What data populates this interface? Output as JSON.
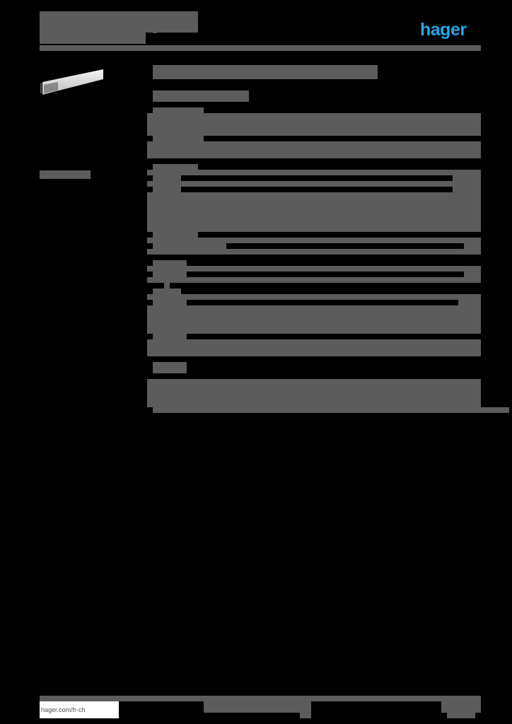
{
  "document": {
    "type": "product datasheet",
    "brand": {
      "logo_text": "hager",
      "logo_color": "#22a7e6"
    },
    "header": {
      "title": "",
      "subtitle": ""
    },
    "product": {
      "image": "metal-rail-bar",
      "title": "",
      "subtitle": ""
    },
    "footer": {
      "url": "hager.com/fr-ch"
    },
    "colors": {
      "background": "#000000",
      "redaction_block": "#5b5c5b",
      "white": "#ffffff"
    }
  }
}
